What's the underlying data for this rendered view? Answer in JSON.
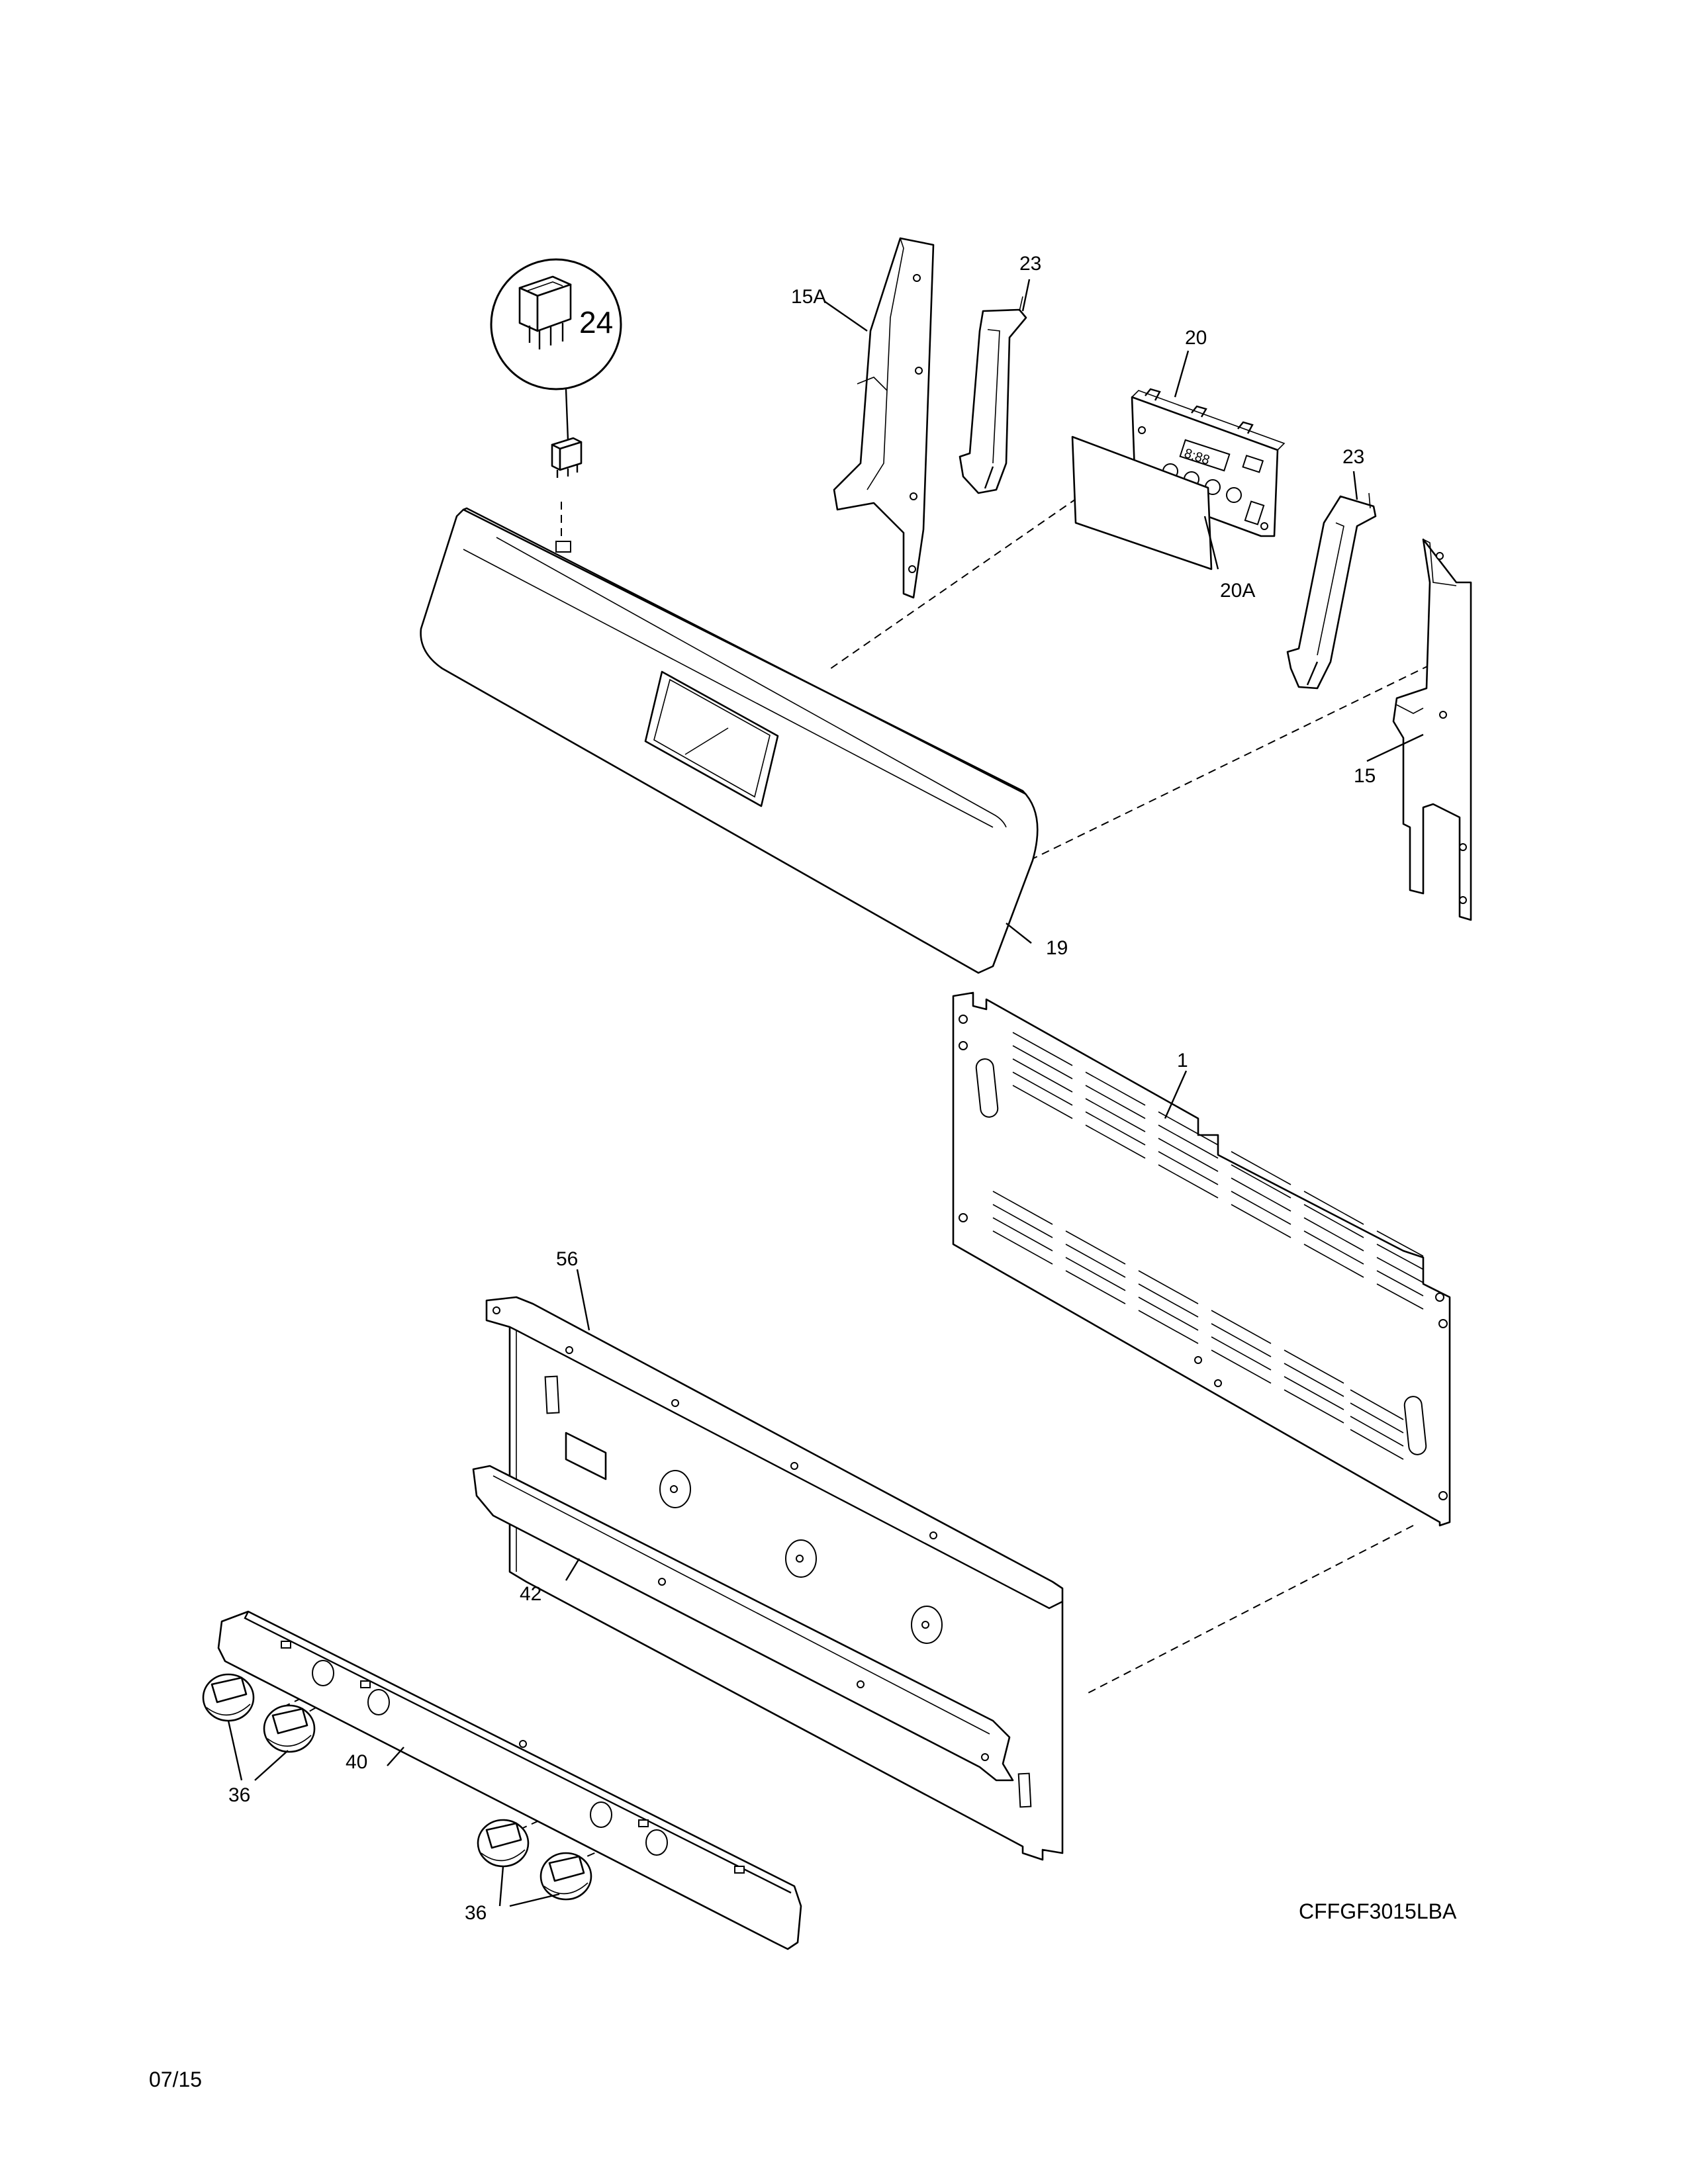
{
  "model": "CFFGF3015LBA",
  "date": "07/15",
  "callouts": {
    "c1": "1",
    "c15": "15",
    "c15a": "15A",
    "c19": "19",
    "c20": "20",
    "c20a": "20A",
    "c23a": "23",
    "c23b": "23",
    "c24": "24",
    "c36a": "36",
    "c36b": "36",
    "c40": "40",
    "c42": "42",
    "c56": "56"
  }
}
